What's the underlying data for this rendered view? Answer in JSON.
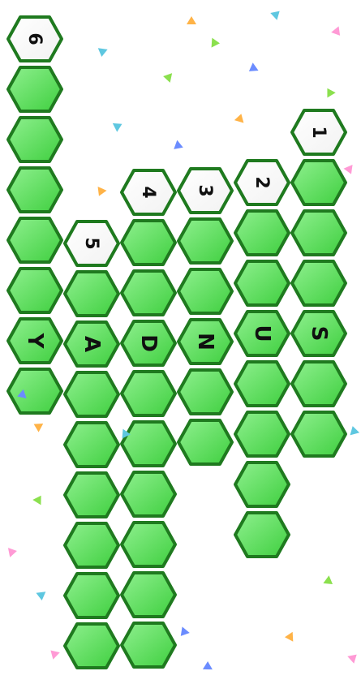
{
  "board": {
    "columns": [
      {
        "letter": null,
        "clue_number": "1",
        "length": 6
      },
      {
        "letter": "U",
        "clue_number": "2",
        "length": 7
      },
      {
        "letter": "N",
        "clue_number": "3",
        "length": 5
      },
      {
        "letter": "D",
        "clue_number": "4",
        "length": 9
      },
      {
        "letter": "A",
        "clue_number": "5",
        "length": 8
      },
      {
        "letter": "Y",
        "clue_number": "6",
        "length": 7
      }
    ],
    "answer_row_letters": [
      "S",
      "U",
      "N",
      "D",
      "A",
      "Y"
    ]
  },
  "colors": {
    "cell_fill_light": "#8ff08f",
    "cell_fill_dark": "#3fcf3f",
    "cell_border": "#1f7a1f",
    "number_cell_fill": "#ffffff"
  },
  "icons": {
    "clue_cell": "white-hexagon-number",
    "letter_cell": "green-hexagon-letter",
    "decoration": "confetti"
  }
}
